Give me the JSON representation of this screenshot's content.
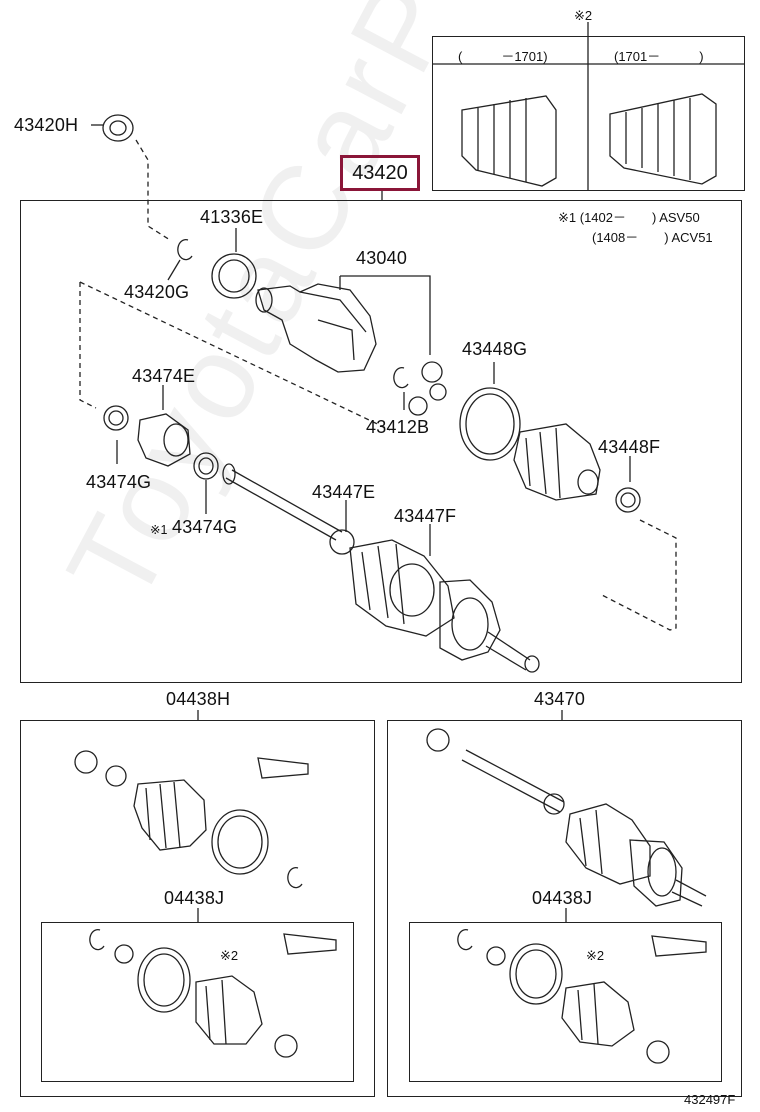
{
  "diagram": {
    "ref_code": "432497F",
    "watermark": "ToyotaCarPart.ru",
    "highlighted_part": "43420",
    "labels": {
      "p43420H": "43420H",
      "p43420G": "43420G",
      "p41336E": "41336E",
      "p43040": "43040",
      "p43448G": "43448G",
      "p43412B": "43412B",
      "p43474E": "43474E",
      "p43474G_a": "43474G",
      "p43474G_b": "43474G",
      "p43474G_b_mark": "※1",
      "p43447E": "43447E",
      "p43447F": "43447F",
      "p43448F": "43448F",
      "p04438H": "04438H",
      "p43470": "43470",
      "p04438J_a": "04438J",
      "p04438J_b": "04438J"
    },
    "variant_box": {
      "mark": "※2",
      "left_header": "(　　　－1701)",
      "right_header": "(1701－　　　)"
    },
    "notes": {
      "line1": "※1 (1402－　　) ASV50",
      "line2": "(1408－　　) ACV51"
    },
    "kit_marks": {
      "left": "※2",
      "right": "※2"
    }
  }
}
